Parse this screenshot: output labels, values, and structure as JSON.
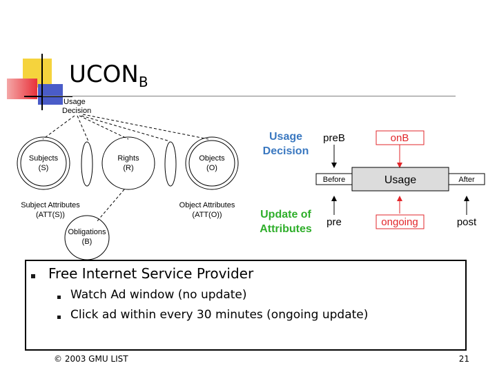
{
  "slide": {
    "title": "UCON",
    "title_subscript": "B",
    "page_number": "21",
    "footer": "© 2003 GMU LIST"
  },
  "colors": {
    "accent_blue": "#3a78c0",
    "accent_green": "#2eae2a",
    "accent_red": "#e2262a",
    "usage_box": "#dcdcdc"
  },
  "model": {
    "usage_decision": [
      "Usage",
      "Decision"
    ],
    "subjects": [
      "Subjects",
      "(S)"
    ],
    "rights": [
      "Rights",
      "(R)"
    ],
    "objects": [
      "Objects",
      "(O)"
    ],
    "subject_attributes": [
      "Subject Attributes",
      "(ATT(S))"
    ],
    "object_attributes": [
      "Object Attributes",
      "(ATT(O))"
    ],
    "obligations": [
      "Obligations",
      "(B)"
    ]
  },
  "flow": {
    "usage_decision": [
      "Usage",
      "Decision"
    ],
    "update_of_attributes": [
      "Update of",
      "Attributes"
    ],
    "preB": "preB",
    "onB": "onB",
    "before": "Before",
    "usage": "Usage",
    "after": "After",
    "pre": "pre",
    "ongoing": "ongoing",
    "post": "post"
  },
  "content": {
    "bullet_main": "Free Internet Service Provider",
    "sub_bullets": [
      "Watch Ad window (no update)",
      "Click ad within every 30 minutes (ongoing update)"
    ]
  }
}
